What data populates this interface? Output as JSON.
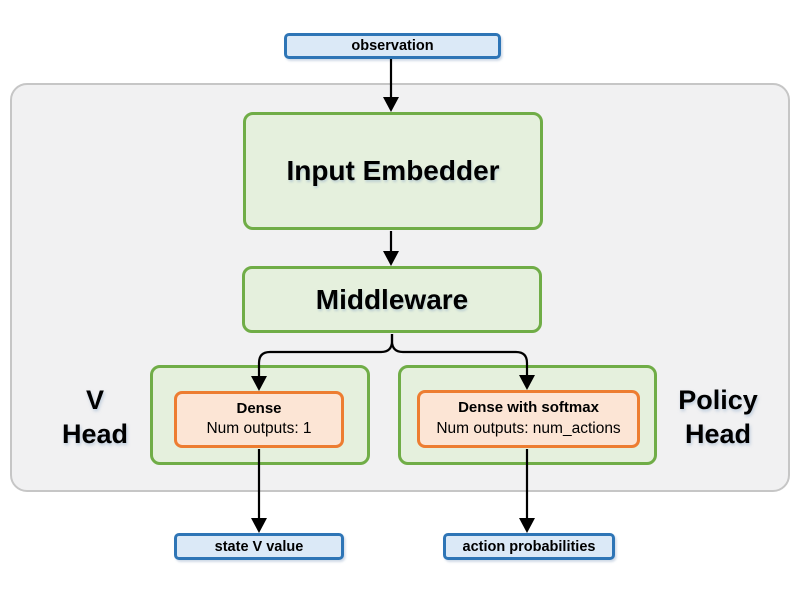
{
  "colors": {
    "blue_fill": "#dbe9f7",
    "blue_border": "#2e75b6",
    "green_fill": "#e5f0dd",
    "green_border": "#70ad47",
    "orange_fill": "#fce5d5",
    "orange_border": "#ed7d31",
    "gray_fill": "#f1f1f2",
    "gray_border": "#c6c6c6",
    "arrow": "#000000"
  },
  "nodes": {
    "observation": {
      "label": "observation"
    },
    "input_embedder": {
      "label": "Input Embedder"
    },
    "middleware": {
      "label": "Middleware"
    },
    "v_head": {
      "label_lines": [
        "V",
        "Head"
      ],
      "layer": {
        "title": "Dense",
        "subtitle": "Num outputs: 1"
      },
      "output": {
        "label": "state V value"
      }
    },
    "policy_head": {
      "label_lines": [
        "Policy",
        "Head"
      ],
      "layer": {
        "title": "Dense with softmax",
        "subtitle": "Num outputs: num_actions"
      },
      "output": {
        "label": "action probabilities"
      }
    }
  }
}
